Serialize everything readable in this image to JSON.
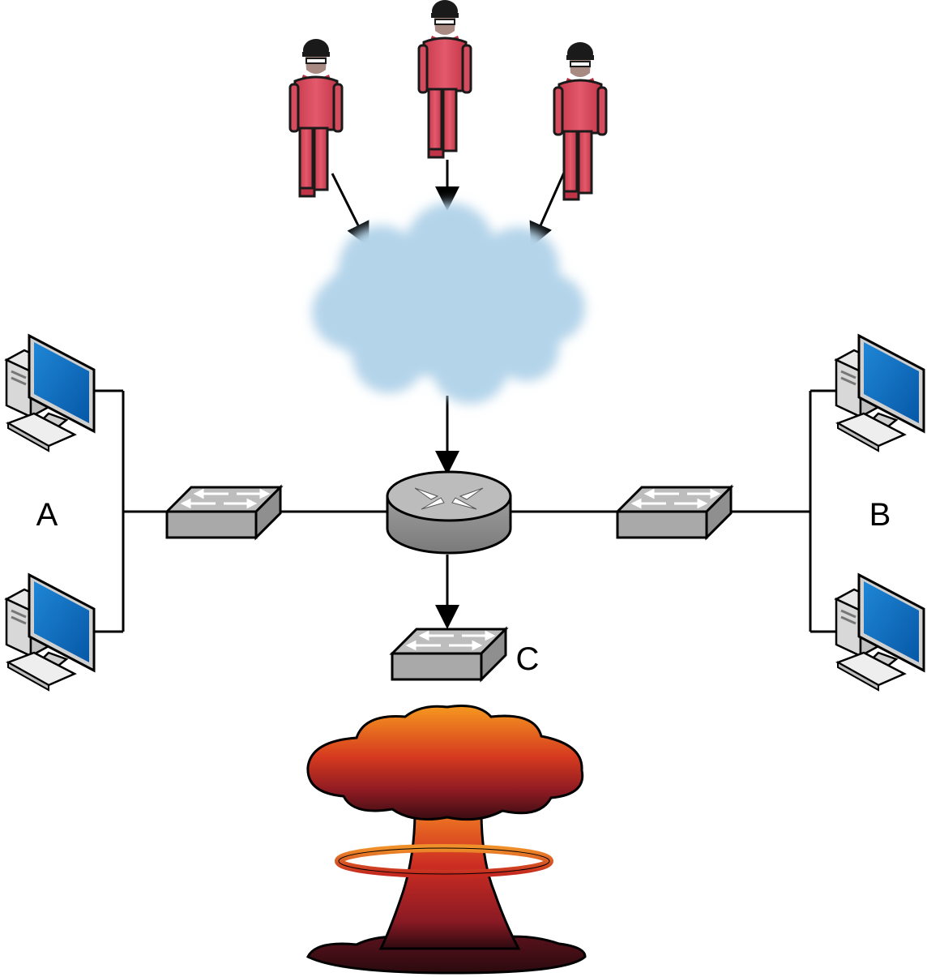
{
  "labels": {
    "segment_a": "A",
    "segment_b": "B",
    "segment_c": "C"
  },
  "colors": {
    "attacker_suit": "#d9475a",
    "cloud": "#b4d4ea",
    "monitor_screen": "#0a6fc0",
    "network_device": "#b0b0b0",
    "explosion_top": "#f39221",
    "explosion_mid": "#c6241f",
    "explosion_dark": "#3a0c12"
  },
  "icons": {
    "attackers": [
      "attacker-icon",
      "attacker-icon",
      "attacker-icon"
    ],
    "cloud": "internet-cloud-icon",
    "router": "router-icon",
    "switches": [
      "switch-icon",
      "switch-icon",
      "switch-icon"
    ],
    "computers": [
      "computer-icon",
      "computer-icon",
      "computer-icon",
      "computer-icon"
    ],
    "explosion": "mushroom-cloud-icon"
  }
}
